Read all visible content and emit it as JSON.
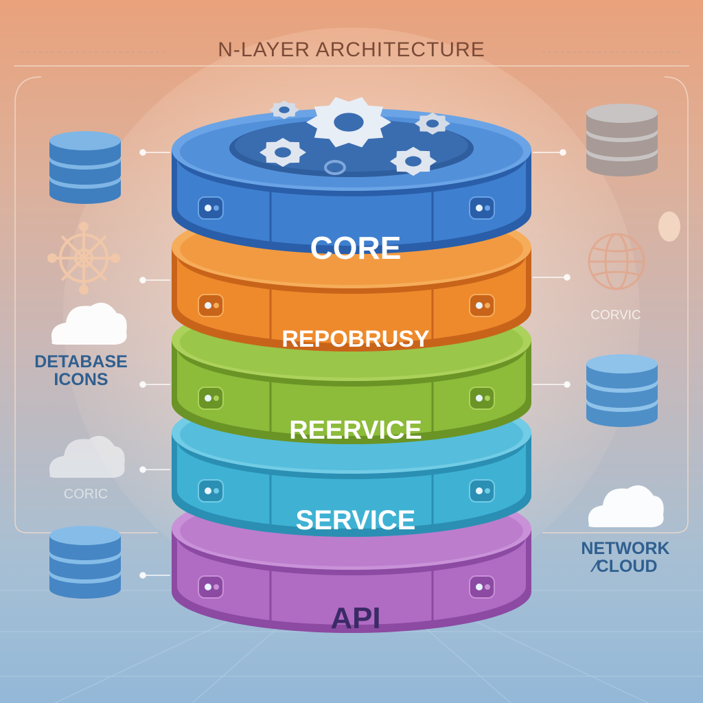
{
  "title": "N-LAYER ARCHITECTURE",
  "layers": [
    {
      "label": "CORE",
      "color": "#3f7fcf",
      "dark": "#2a5ea9",
      "light": "#6aa4e6"
    },
    {
      "label": "REPOBRUSY",
      "color": "#ee8a2c",
      "dark": "#c8641a",
      "light": "#f6ad5b"
    },
    {
      "label": "REERVICE",
      "color": "#8dbb3a",
      "dark": "#6a9426",
      "light": "#acd25b"
    },
    {
      "label": "SERVICE",
      "color": "#3fb2d4",
      "dark": "#2a8fb3",
      "light": "#72cce6"
    },
    {
      "label": "API",
      "color": "#b06bc3",
      "dark": "#8c4aa2",
      "light": "#c992d8"
    }
  ],
  "left_labels": {
    "database": [
      "DETABASE",
      "ICONS"
    ],
    "core": "CORIC"
  },
  "right_labels": {
    "service": "CORVIC",
    "network": [
      "NETWORK",
      "∕CLOUD"
    ]
  },
  "icons": [
    "database-icon",
    "gear-icon",
    "cloud-icon",
    "globe-icon",
    "network-node-icon"
  ]
}
